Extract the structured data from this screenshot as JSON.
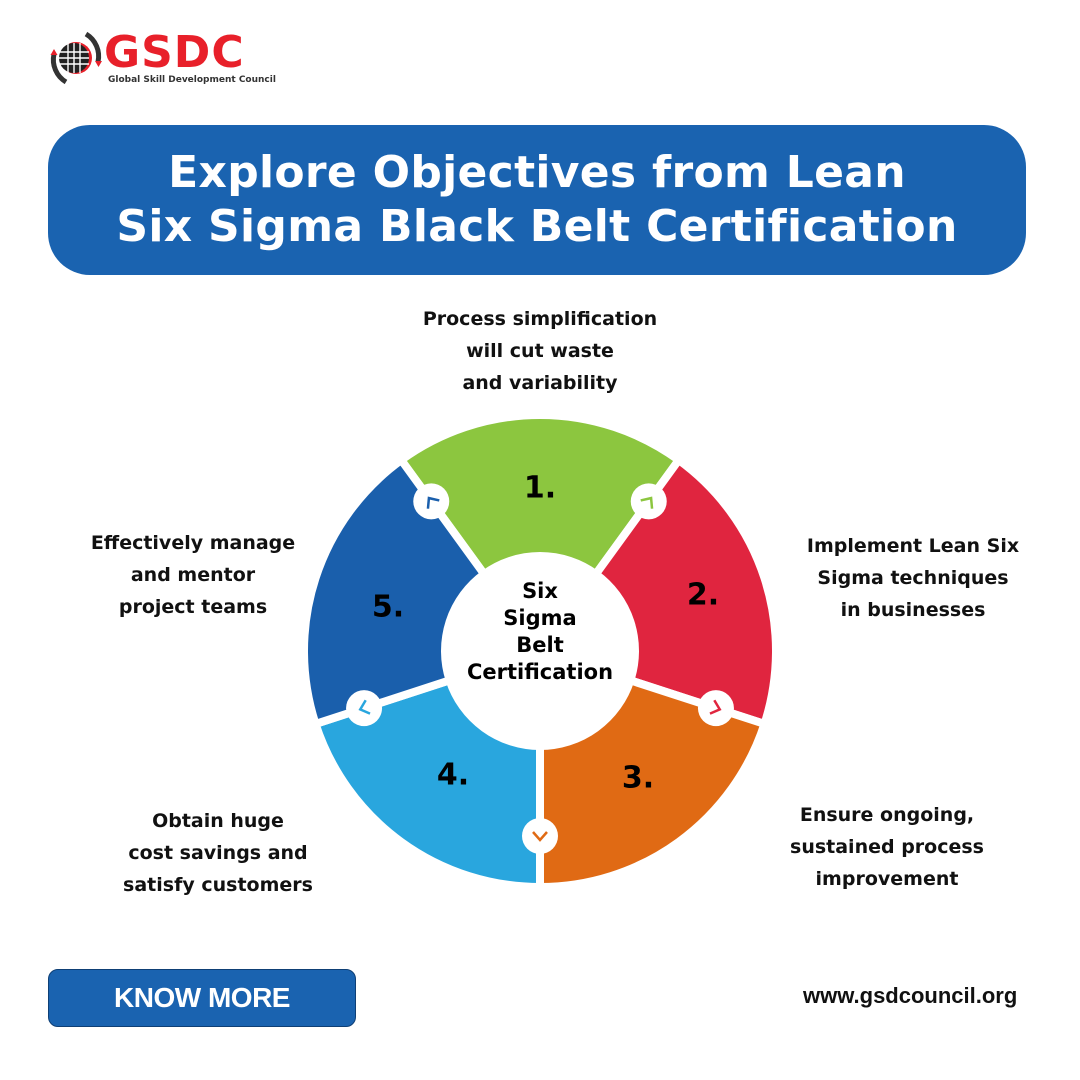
{
  "brand": {
    "name": "GSDC",
    "tagline": "Global Skill Development Council",
    "color": "#e8202a"
  },
  "banner": {
    "line1": "Explore Objectives from Lean",
    "line2": "Six Sigma Black Belt Certification",
    "background": "#1a63b0"
  },
  "wheel": {
    "center_label": [
      "Six",
      "Sigma",
      "Belt",
      "Certification"
    ],
    "segments": [
      {
        "number": "1.",
        "color": "#8cc63f",
        "objective": [
          "Process simplification",
          "will cut waste",
          "and variability"
        ]
      },
      {
        "number": "2.",
        "color": "#e0253f",
        "objective": [
          "Implement Lean Six",
          "Sigma techniques",
          "in businesses"
        ]
      },
      {
        "number": "3.",
        "color": "#e06a14",
        "objective": [
          "Ensure ongoing,",
          "sustained process",
          "improvement"
        ]
      },
      {
        "number": "4.",
        "color": "#29a6de",
        "objective": [
          "Obtain huge",
          "cost savings and",
          "satisfy customers"
        ]
      },
      {
        "number": "5.",
        "color": "#1a5fac",
        "objective": [
          "Effectively manage",
          "and mentor",
          "project teams"
        ]
      }
    ]
  },
  "cta": {
    "label": "KNOW MORE"
  },
  "footer": {
    "url": "www.gsdcouncil.org"
  }
}
